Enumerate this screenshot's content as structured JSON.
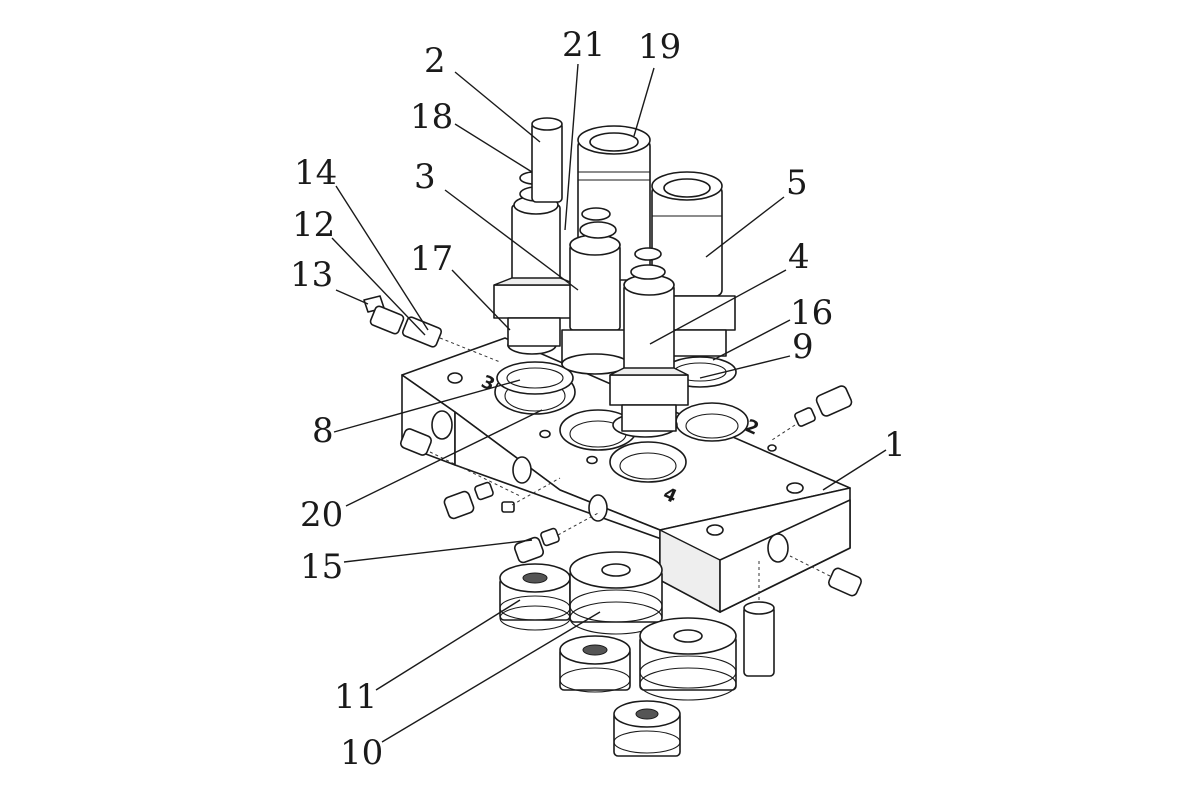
{
  "callouts": [
    {
      "id": "c1",
      "label": "1"
    },
    {
      "id": "c2",
      "label": "2"
    },
    {
      "id": "c3",
      "label": "3"
    },
    {
      "id": "c4",
      "label": "4"
    },
    {
      "id": "c5",
      "label": "5"
    },
    {
      "id": "c8",
      "label": "8"
    },
    {
      "id": "c9",
      "label": "9"
    },
    {
      "id": "c10",
      "label": "10"
    },
    {
      "id": "c11",
      "label": "11"
    },
    {
      "id": "c12",
      "label": "12"
    },
    {
      "id": "c13",
      "label": "13"
    },
    {
      "id": "c14",
      "label": "14"
    },
    {
      "id": "c15",
      "label": "15"
    },
    {
      "id": "c16",
      "label": "16"
    },
    {
      "id": "c17",
      "label": "17"
    },
    {
      "id": "c18",
      "label": "18"
    },
    {
      "id": "c19",
      "label": "19"
    },
    {
      "id": "c20",
      "label": "20"
    },
    {
      "id": "c21",
      "label": "21"
    }
  ],
  "port_marks": [
    {
      "id": "p3",
      "label": "3"
    },
    {
      "id": "p2",
      "label": "2"
    },
    {
      "id": "p4",
      "label": "4"
    }
  ]
}
